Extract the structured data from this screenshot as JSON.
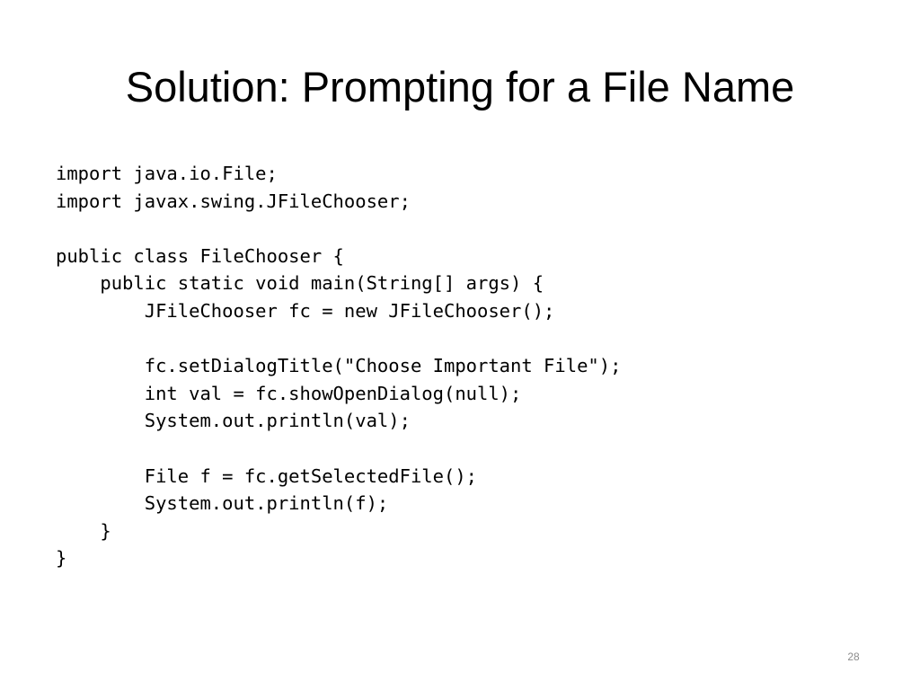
{
  "slide": {
    "title": "Solution: Prompting for a File Name",
    "code_lines": [
      "import java.io.File;",
      "import javax.swing.JFileChooser;",
      "",
      "public class FileChooser {",
      "    public static void main(String[] args) {",
      "        JFileChooser fc = new JFileChooser();",
      "",
      "        fc.setDialogTitle(\"Choose Important File\");",
      "        int val = fc.showOpenDialog(null);",
      "        System.out.println(val);",
      "",
      "        File f = fc.getSelectedFile();",
      "        System.out.println(f);",
      "    }",
      "}"
    ],
    "page_number": "28"
  }
}
